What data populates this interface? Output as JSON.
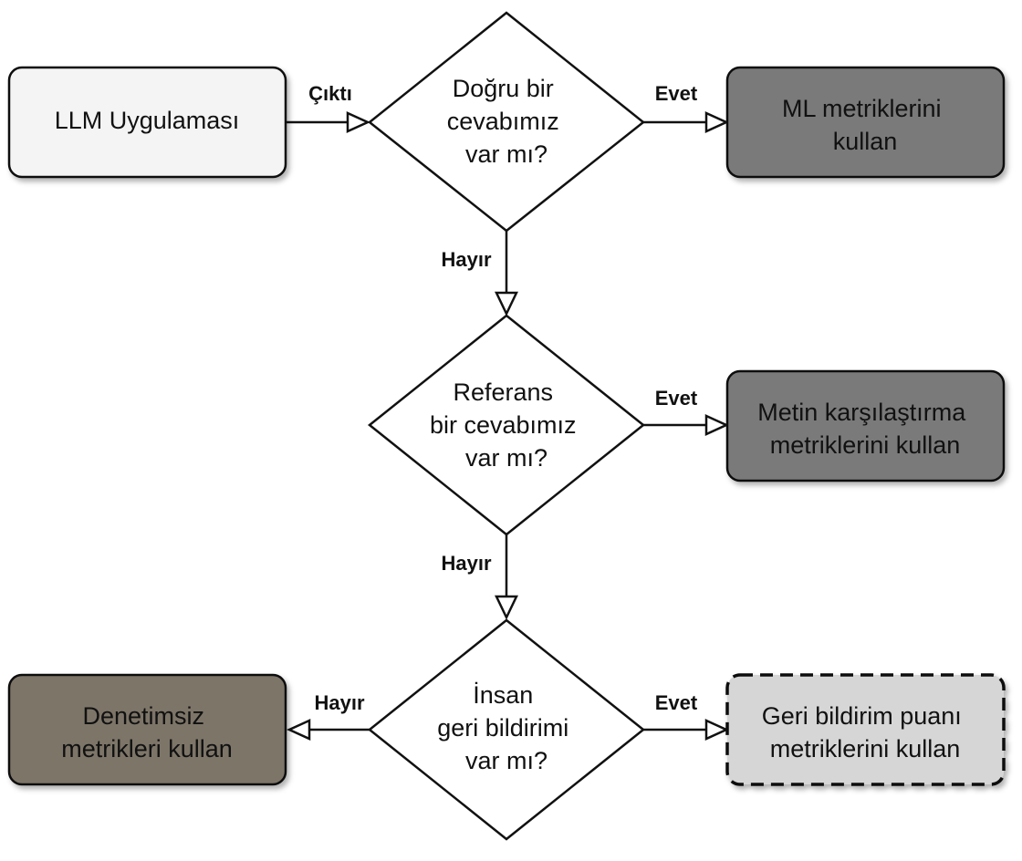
{
  "nodes": {
    "llm_app": {
      "lines": [
        "LLM Uygulaması"
      ],
      "fill": "#f4f4f4"
    },
    "decision_ground_truth": {
      "lines": [
        "Doğru bir",
        "cevabımız",
        "var mı?"
      ]
    },
    "ml_metrics": {
      "lines": [
        "ML metriklerini",
        "kullan"
      ],
      "fill": "#7a7a7a"
    },
    "decision_reference": {
      "lines": [
        "Referans",
        "bir cevabımız",
        "var mı?"
      ]
    },
    "text_comparison": {
      "lines": [
        "Metin karşılaştırma",
        "metriklerini kullan"
      ],
      "fill": "#7a7a7a"
    },
    "decision_human_feedback": {
      "lines": [
        "İnsan",
        "geri bildirimi",
        "var mı?"
      ]
    },
    "unsupervised": {
      "lines": [
        "Denetimsiz",
        "metrikleri kullan"
      ],
      "fill": "#7d7467"
    },
    "feedback_score": {
      "lines": [
        "Geri bildirim puanı",
        "metriklerini kullan"
      ],
      "fill": "#d6d6d6",
      "border_style": "dashed"
    }
  },
  "edges": {
    "output": "Çıktı",
    "yes_1": "Evet",
    "no_1": "Hayır",
    "yes_2": "Evet",
    "no_2": "Hayır",
    "yes_3": "Evet",
    "no_3": "Hayır"
  },
  "colors": {
    "stroke": "#111111",
    "background": "#ffffff"
  }
}
